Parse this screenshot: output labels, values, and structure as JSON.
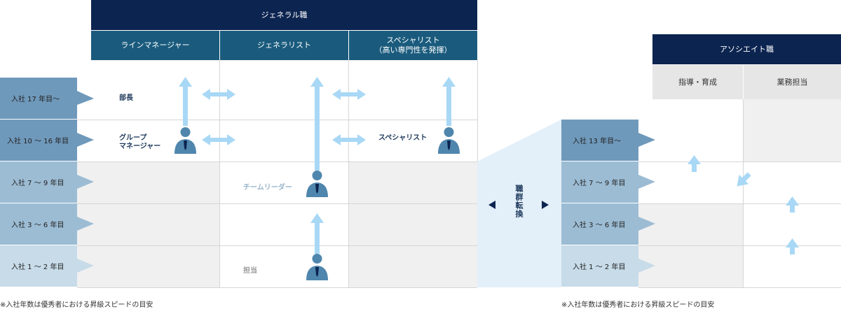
{
  "general": {
    "title": "ジェネラル職",
    "columns": [
      "ラインマネージャー",
      "ジェネラリスト",
      "スペシャリスト\n（高い専門性を発揮）"
    ],
    "years": [
      "入社 17 年目〜",
      "入社 10 〜 16 年目",
      "入社 7 〜 9 年目",
      "入社 3 〜 6 年目",
      "入社 1 〜 2 年目"
    ],
    "roles": {
      "bucho": "部長",
      "group_manager": "グループ\nマネージャー",
      "specialist": "スペシャリスト",
      "team_leader": "チームリーダー",
      "tanto": "担当"
    },
    "footnote": "※入社年数は優秀者における昇級スピードの目安"
  },
  "transfer": {
    "label": "職群転換"
  },
  "associate": {
    "title": "アソシエイト職",
    "columns": [
      "指導・育成",
      "業務担当"
    ],
    "years": [
      "入社 13 年目〜",
      "入社 7 〜 9 年目",
      "入社 3 〜 6 年目",
      "入社 1 〜 2 年目"
    ],
    "footnote": "※入社年数は優秀者における昇級スピードの目安"
  },
  "colors": {
    "navy": "#0c2450",
    "teal": "#1a5b7d",
    "arrow": "#a8d8f5",
    "person": "#4f86ad",
    "year_dark": "#6f99bb",
    "year_mid": "#9cbcd4",
    "year_light": "#c7dbe8"
  }
}
